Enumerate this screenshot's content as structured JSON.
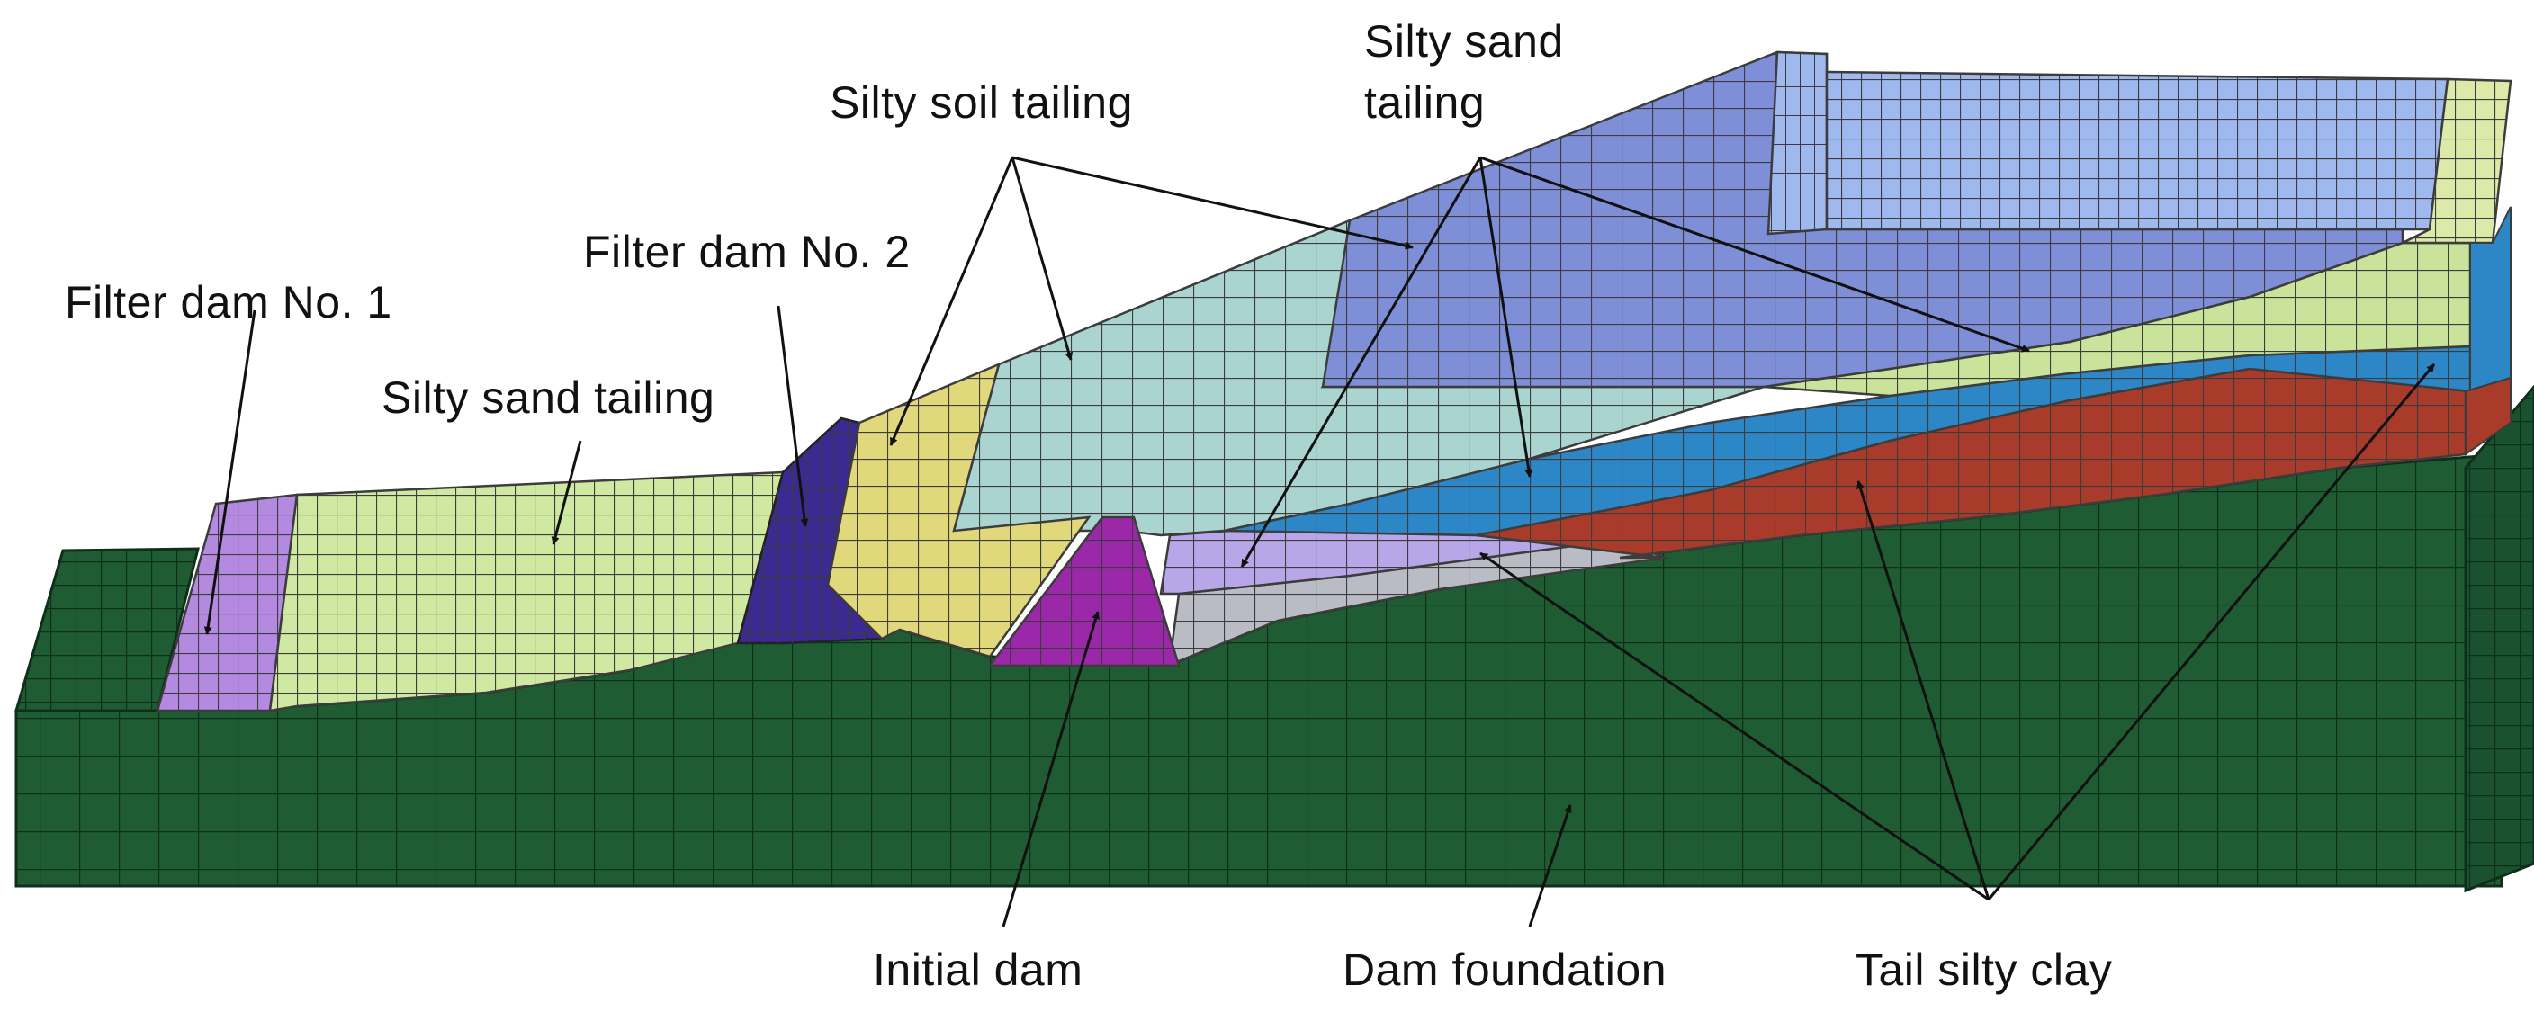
{
  "labels": {
    "filter_dam_1": "Filter dam No. 1",
    "filter_dam_2": "Filter dam No. 2",
    "silty_sand_tailing_lower": "Silty sand tailing",
    "silty_soil_tailing": "Silty soil tailing",
    "silty_sand_tailing_upper_line1": "Silty sand",
    "silty_sand_tailing_upper_line2": "tailing",
    "initial_dam": "Initial dam",
    "dam_foundation": "Dam foundation",
    "tail_silty_clay": "Tail silty clay"
  },
  "colors": {
    "dam_foundation": "#1f5c34",
    "filter_dam_1": "#b48ae0",
    "silty_sand_tailing_lower": "#cfe8a2",
    "filter_dam_2": "#3a2a92",
    "silty_soil_tailing_lower": "#e0d87a",
    "initial_dam": "#9a28a8",
    "silty_soil_tailing_middle": "#a9d4cf",
    "silty_soil_tailing_upper": "#7e8fd8",
    "silty_sand_tailing_upper": "#c9e39a",
    "silty_sand_tailing_blue": "#2d86c6",
    "tail_silty_clay_red": "#a83b2a",
    "tail_silty_clay_lavender": "#b8a6e8",
    "tail_silty_clay_grey": "#b9bcc4",
    "mesh_line": "#3c3c3c",
    "arrow": "#111111"
  }
}
